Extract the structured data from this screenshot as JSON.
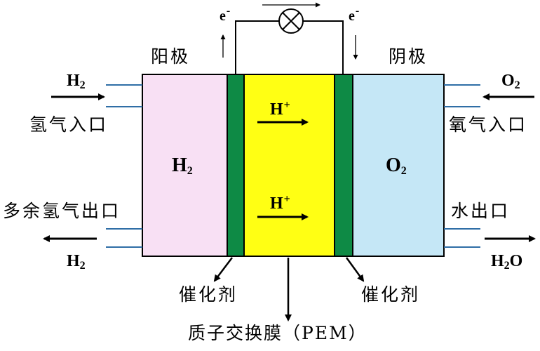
{
  "labels": {
    "anode": "阳极",
    "cathode": "阴极",
    "hydrogen_inlet": "氢气入口",
    "excess_hydrogen_outlet": "多余氢气出口",
    "oxygen_inlet": "氧气入口",
    "water_outlet": "水出口",
    "catalyst_left": "催化剂",
    "catalyst_right": "催化剂",
    "membrane": "质子交换膜（PEM）"
  },
  "species": {
    "electron_left": {
      "base": "e",
      "sup": "-"
    },
    "electron_right": {
      "base": "e",
      "sup": "-"
    },
    "h2_in": {
      "base": "H",
      "sub": "2"
    },
    "h2_out": {
      "base": "H",
      "sub": "2"
    },
    "h2_chamber": {
      "base": "H",
      "sub": "2"
    },
    "o2_in": {
      "base": "O",
      "sub": "2"
    },
    "o2_chamber": {
      "base": "O",
      "sub": "2"
    },
    "proton_top": {
      "base": "H",
      "sup": "+"
    },
    "proton_bottom": {
      "base": "H",
      "sup": "+"
    },
    "water_out": {
      "base": "H",
      "sub": "2",
      "tail": "O"
    }
  },
  "colors": {
    "anode_chamber": "#f8e0f4",
    "cathode_chamber": "#c5e7f6",
    "catalyst_layer": "#0e8a45",
    "membrane": "#ffff14",
    "gas_pipe": "#2f6ea6",
    "wire": "#000000"
  },
  "icons": {
    "lamp": "lamp-icon"
  }
}
